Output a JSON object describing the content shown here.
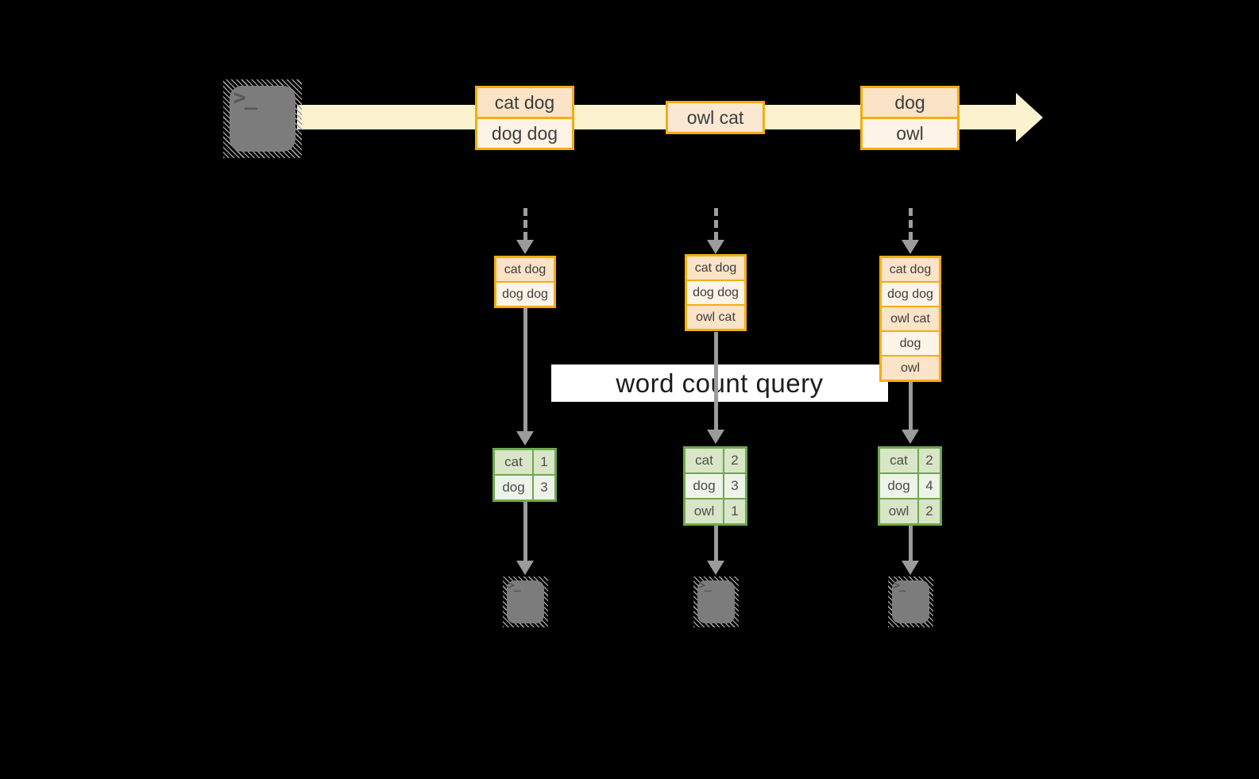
{
  "diagram": {
    "query_label": "word count query",
    "terminal_glyph": ">_"
  },
  "colors": {
    "background": "#000000",
    "stream_band": "#FBF2CF",
    "record_border": "#F2AE0D",
    "record_fill_dark": "#FAE3C6",
    "record_fill_light": "#FDF3E6",
    "table_border": "#6FA84C",
    "table_fill_dark": "#D8E5C7",
    "table_fill_light": "#EEF3EA",
    "arrow_gray": "#9B9B9B",
    "terminal_gray": "#7C7C7C",
    "banner_bg": "#FFFFFF"
  },
  "stream": {
    "records": [
      {
        "lines": [
          "cat dog",
          "dog dog"
        ]
      },
      {
        "lines": [
          "owl cat"
        ]
      },
      {
        "lines": [
          "dog",
          "owl"
        ]
      }
    ]
  },
  "columns": [
    {
      "buffer": [
        "cat dog",
        "dog dog"
      ],
      "counts": [
        {
          "word": "cat",
          "value": "1"
        },
        {
          "word": "dog",
          "value": "3"
        }
      ]
    },
    {
      "buffer": [
        "cat dog",
        "dog dog",
        "owl cat"
      ],
      "counts": [
        {
          "word": "cat",
          "value": "2"
        },
        {
          "word": "dog",
          "value": "3"
        },
        {
          "word": "owl",
          "value": "1"
        }
      ]
    },
    {
      "buffer": [
        "cat dog",
        "dog dog",
        "owl cat",
        "dog",
        "owl"
      ],
      "counts": [
        {
          "word": "cat",
          "value": "2"
        },
        {
          "word": "dog",
          "value": "4"
        },
        {
          "word": "owl",
          "value": "2"
        }
      ]
    }
  ]
}
